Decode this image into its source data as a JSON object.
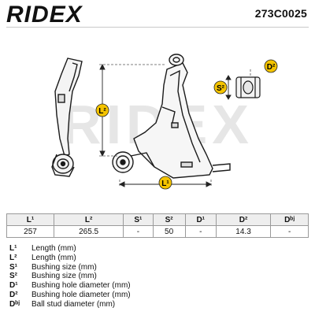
{
  "header": {
    "brand": "RIDEX",
    "part_number": "273C0025"
  },
  "watermark": "RIDEX",
  "drawing": {
    "callouts": [
      {
        "id": "L1",
        "text": "L¹"
      },
      {
        "id": "L2",
        "text": "L²"
      },
      {
        "id": "S2",
        "text": "S²"
      },
      {
        "id": "D2",
        "text": "D²"
      }
    ]
  },
  "table": {
    "headers": [
      "L¹",
      "L²",
      "S¹",
      "S²",
      "D¹",
      "D²",
      "Dᵇʲ"
    ],
    "values": [
      "257",
      "265.5",
      "-",
      "50",
      "-",
      "14.3",
      "-"
    ]
  },
  "legend": [
    {
      "code": "L¹",
      "desc": "Length (mm)"
    },
    {
      "code": "L²",
      "desc": "Length (mm)"
    },
    {
      "code": "S¹",
      "desc": "Bushing size (mm)"
    },
    {
      "code": "S²",
      "desc": "Bushing size (mm)"
    },
    {
      "code": "D¹",
      "desc": "Bushing hole diameter (mm)"
    },
    {
      "code": "D²",
      "desc": "Bushing hole diameter (mm)"
    },
    {
      "code": "Dᵇʲ",
      "desc": "Ball stud diameter (mm)"
    }
  ],
  "colors": {
    "accent": "#f5c400",
    "callout_text": "#000000",
    "watermark": "#e2e2e2"
  }
}
